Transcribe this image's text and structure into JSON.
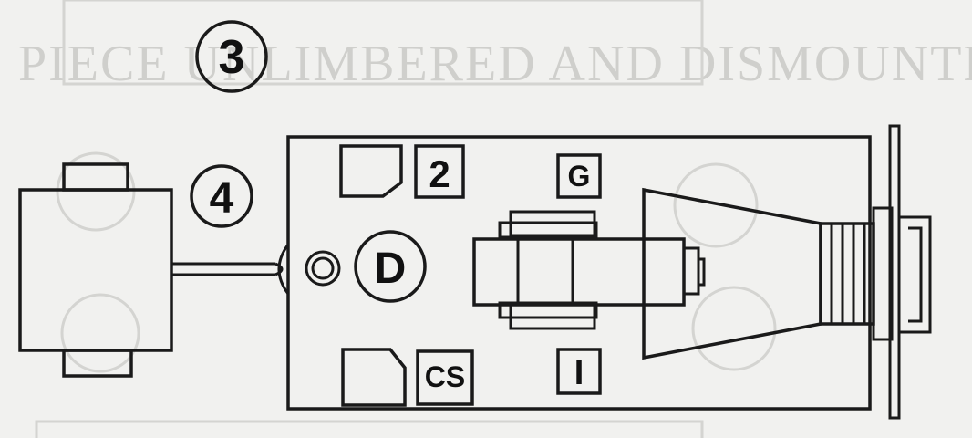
{
  "diagram": {
    "circle_labels": {
      "three": "3",
      "four": "4",
      "d": "D"
    },
    "box_labels": {
      "two": "2",
      "g": "G",
      "cs": "CS",
      "one": "I"
    },
    "bleed_through_text": "PIECE UNLIMBERED AND DISMOUNTED."
  },
  "colors": {
    "ink": "#1a1a1a",
    "paper": "#f1f1ef",
    "ghost": "#cfcfcc"
  }
}
